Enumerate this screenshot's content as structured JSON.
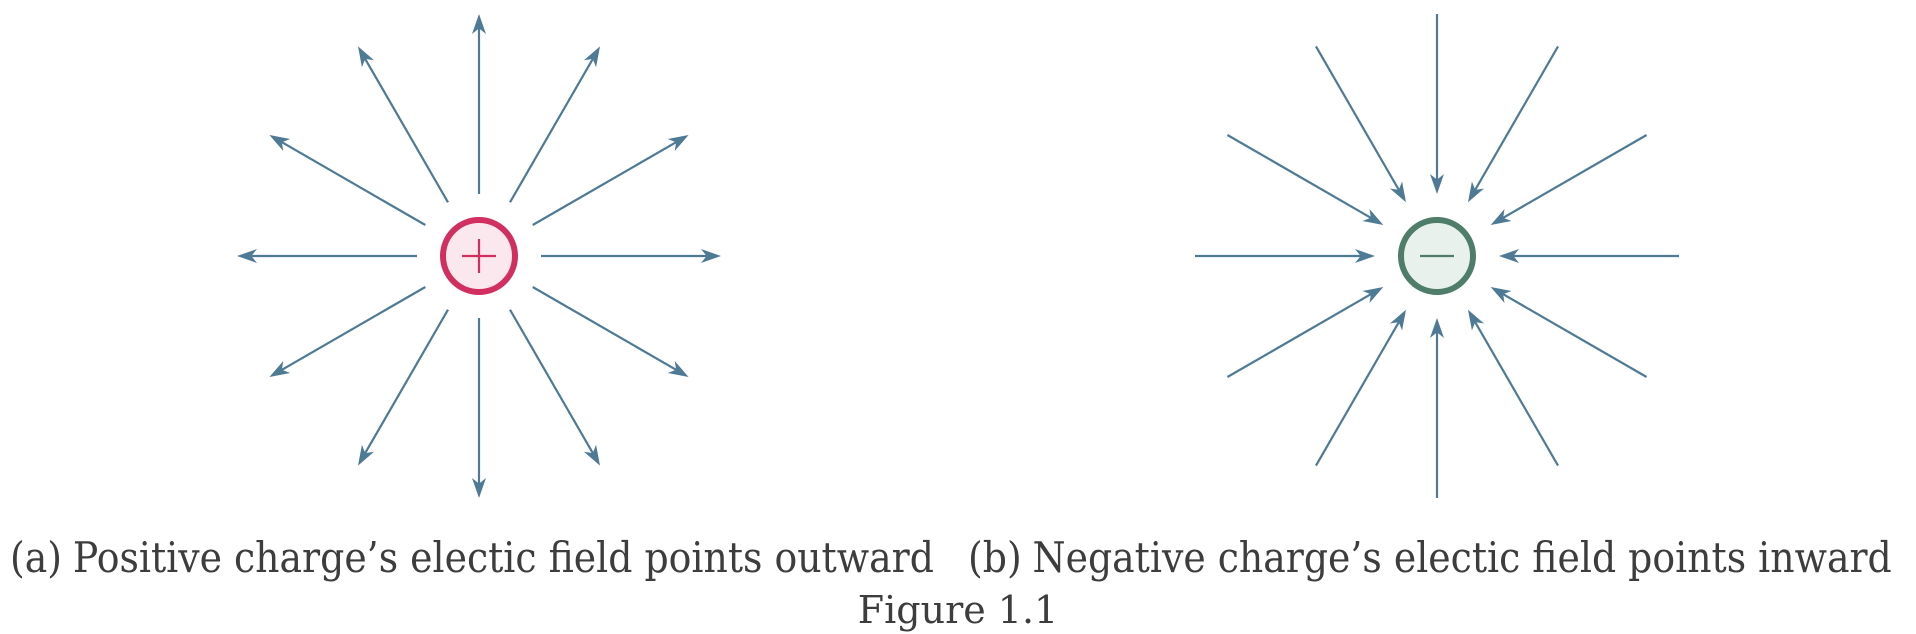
{
  "panels": [
    {
      "id": "a",
      "tag": "(a)",
      "caption": "Positive charge’s electic field points outward",
      "charge_symbol": "+",
      "charge_sign": "positive",
      "field_direction": "outward",
      "field_line_count": 12,
      "colors": {
        "ring": "#d12f60",
        "fill": "#fbe8ee",
        "symbol": "#d12f60",
        "field_line": "#4e7a95"
      }
    },
    {
      "id": "b",
      "tag": "(b)",
      "caption": "Negative charge’s electic field points inward",
      "charge_symbol": "−",
      "charge_sign": "negative",
      "field_direction": "inward",
      "field_line_count": 12,
      "colors": {
        "ring": "#4f7d6a",
        "fill": "#e8f1ec",
        "symbol": "#4f7d6a",
        "field_line": "#4e7a95"
      }
    }
  ],
  "figure_label": "Figure 1.1"
}
